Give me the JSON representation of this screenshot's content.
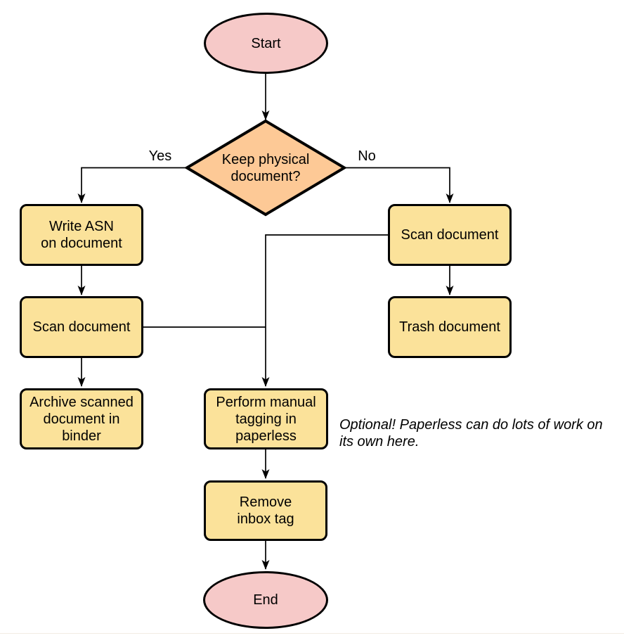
{
  "colors": {
    "background": "#ffffff",
    "stroke": "#000000",
    "line": "#000000",
    "terminal_fill": "#f6c9c8",
    "decision_fill": "#fdc996",
    "process_fill": "#fbe29a",
    "bottom_rule": "#f2ece3"
  },
  "nodes": {
    "start": {
      "label": "Start"
    },
    "decision": {
      "lines": [
        "Keep physical",
        "document?"
      ]
    },
    "write_asn": {
      "lines": [
        "Write ASN",
        "on document"
      ]
    },
    "scan_left": {
      "lines": [
        "Scan document"
      ]
    },
    "archive": {
      "lines": [
        "Archive scanned",
        "document in",
        "binder"
      ]
    },
    "scan_right": {
      "lines": [
        "Scan document"
      ]
    },
    "trash": {
      "lines": [
        "Trash document"
      ]
    },
    "tagging": {
      "lines": [
        "Perform manual",
        "tagging in",
        "paperless"
      ]
    },
    "remove_inbox": {
      "lines": [
        "Remove",
        "inbox tag"
      ]
    },
    "end": {
      "label": "End"
    }
  },
  "edge_labels": {
    "yes": "Yes",
    "no": "No"
  },
  "annotation": {
    "lines": [
      "Optional! Paperless can do lots of work on",
      "its own here."
    ]
  }
}
